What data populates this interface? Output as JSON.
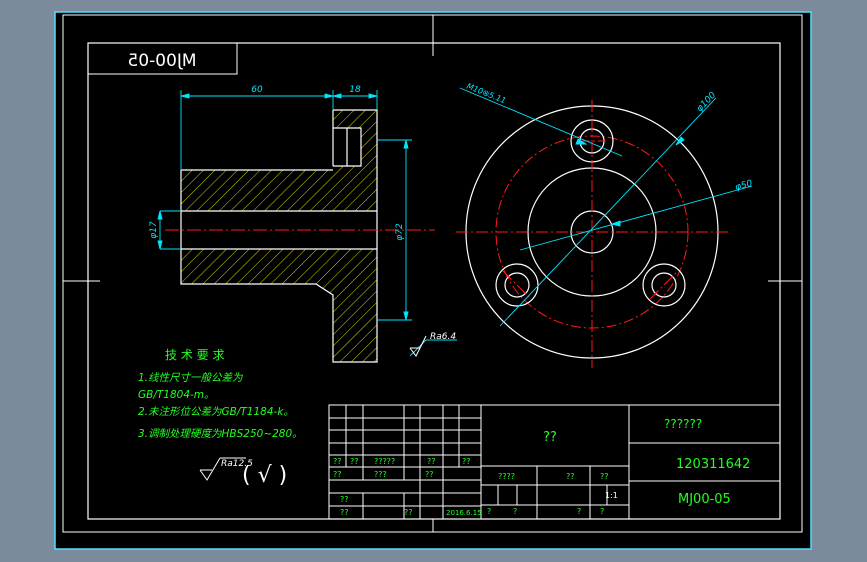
{
  "drawing_code_mirrored": "MJ00-05",
  "dims": {
    "len_60": "60",
    "len_18": "18",
    "dia_17": "φ17",
    "dia_72": "φ72",
    "hole_thread": "M10⊗5.11",
    "dia_100": "φ100",
    "dia_50": "φ50",
    "roughness_a": "Ra6.4"
  },
  "tech": {
    "title": "技 术 要 求",
    "line1": "1.线性尺寸一般公差为",
    "line2": "GB/T1804-m。",
    "line3": "2.未注形位公差为GB/T1184-k。",
    "line4": "3.调制处理硬度为HBS250~280。",
    "roughness_general": "Ra12.5",
    "roughness_other": "( √ )"
  },
  "title_block": {
    "center_name": "??",
    "top_right": "??????",
    "student_no": "120311642",
    "drawing_no": "MJ00-05",
    "scale": "1:1",
    "date": "2016.6.15",
    "row_a_1": "??",
    "row_a_2": "??",
    "row_a_3": "?????",
    "row_a_4": "??",
    "row_a_5": "??",
    "row_b_1": "??",
    "row_b_2": "???",
    "row_b_3": "??",
    "row_c_1": "??",
    "row_d_1": "??",
    "row_d_2": "??",
    "stage_label": "????",
    "weight_label": "??",
    "ratio_label": "??",
    "sheet_1": "?",
    "sheet_2": "?",
    "sheet_3": "?",
    "sheet_4": "?"
  },
  "colors": {
    "background": "#000000",
    "frame_bg": "#7b8b9c",
    "line_white": "#ffffff",
    "dim_cyan": "#00e5ff",
    "center_red": "#ff1a1a",
    "hatch_yellow": "#d9d400",
    "text_green": "#22ff22"
  }
}
